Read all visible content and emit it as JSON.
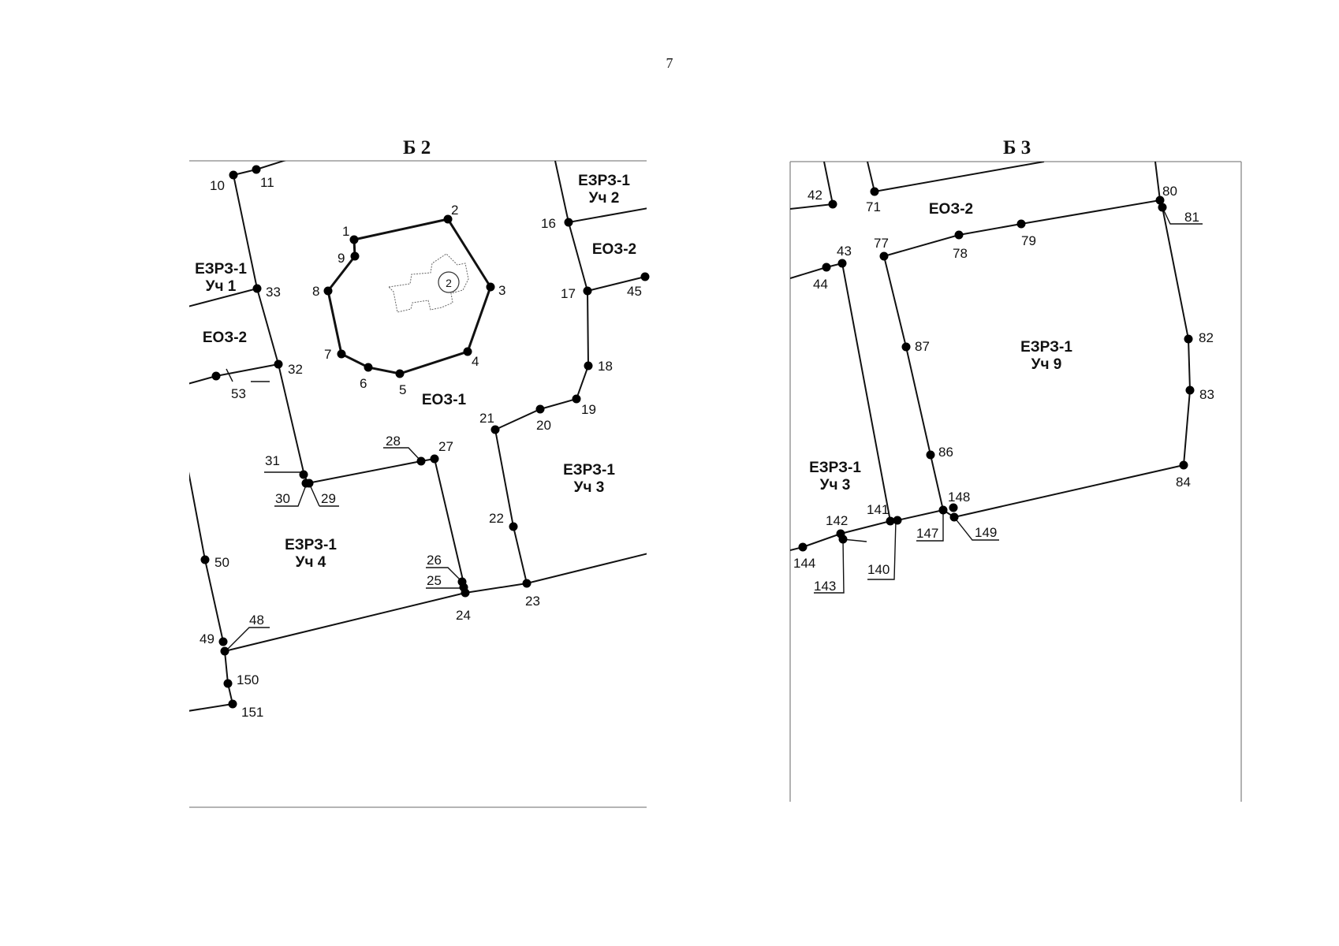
{
  "page_number": "7",
  "panels": [
    {
      "id": "b2",
      "title": "Б 2",
      "zones": [
        {
          "lines": [
            "ЕЗРЗ-1",
            "Уч 2"
          ]
        },
        {
          "lines": [
            "ЕЗРЗ-1",
            "Уч 1"
          ]
        },
        {
          "lines": [
            "ЕОЗ-2"
          ]
        },
        {
          "lines": [
            "ЕОЗ-2"
          ]
        },
        {
          "lines": [
            "ЕОЗ-1"
          ]
        },
        {
          "lines": [
            "ЕЗРЗ-1",
            "Уч 3"
          ]
        },
        {
          "lines": [
            "ЕЗРЗ-1",
            "Уч 4"
          ]
        }
      ],
      "building_label": "2",
      "point_labels": [
        "1",
        "2",
        "3",
        "4",
        "5",
        "6",
        "7",
        "8",
        "9",
        "10",
        "11",
        "16",
        "17",
        "18",
        "19",
        "20",
        "21",
        "22",
        "23",
        "24",
        "25",
        "26",
        "27",
        "28",
        "29",
        "30",
        "31",
        "32",
        "33",
        "45",
        "48",
        "49",
        "50",
        "53",
        "150",
        "151"
      ]
    },
    {
      "id": "b3",
      "title": "Б 3",
      "zones": [
        {
          "lines": [
            "ЕОЗ-2"
          ]
        },
        {
          "lines": [
            "ЕЗРЗ-1",
            "Уч 9"
          ]
        },
        {
          "lines": [
            "ЕЗРЗ-1",
            "Уч 3"
          ]
        }
      ],
      "point_labels": [
        "42",
        "43",
        "44",
        "71",
        "77",
        "78",
        "79",
        "80",
        "81",
        "82",
        "83",
        "84",
        "86",
        "87",
        "140",
        "141",
        "142",
        "143",
        "144",
        "147",
        "148",
        "149"
      ]
    }
  ]
}
